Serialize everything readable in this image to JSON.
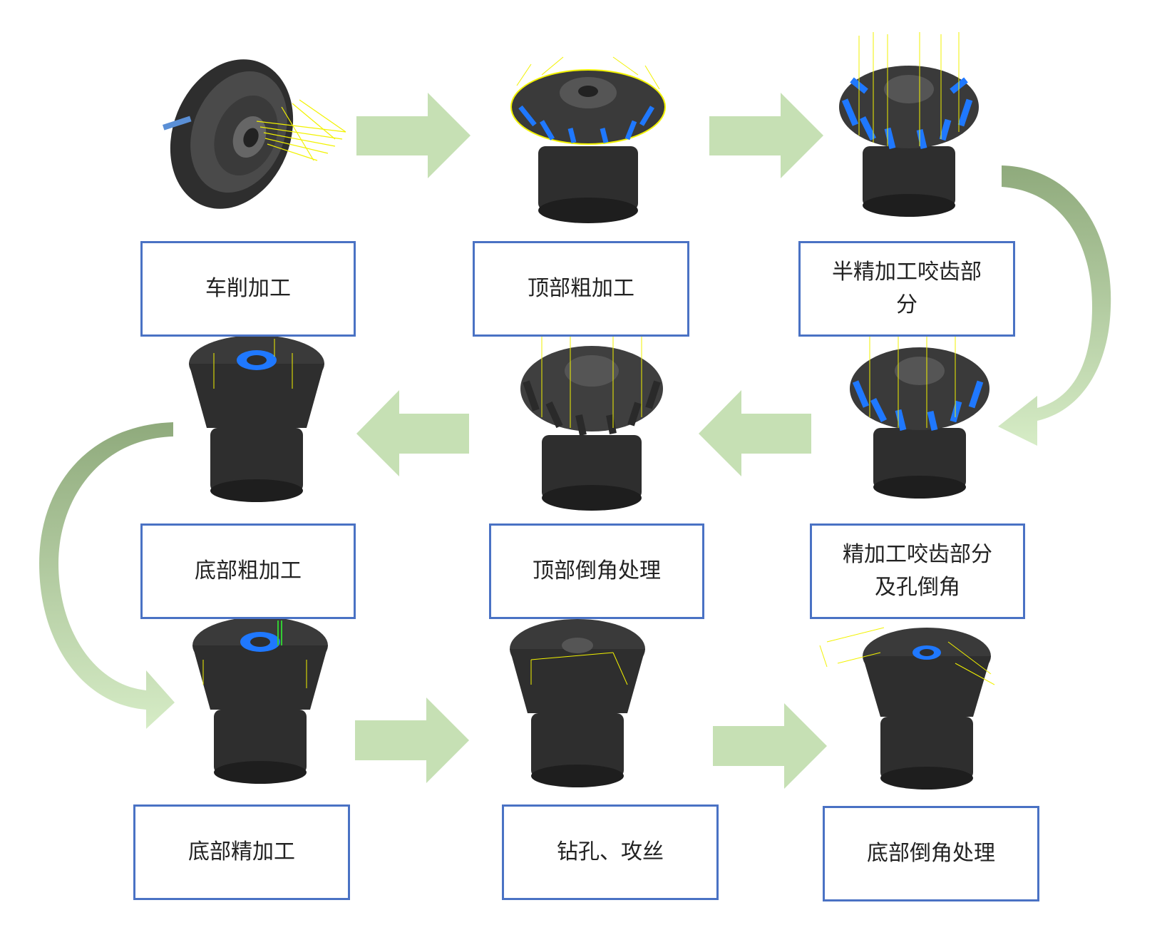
{
  "colors": {
    "box_border": "#4a72c4",
    "arrow_fill": "#c6e0b4",
    "curve_dark": "#8faa7c",
    "part_dark": "#3a3a3a",
    "part_mid": "#555555",
    "gear_blue": "#1f78ff",
    "toolpath_yellow": "#f2f200"
  },
  "steps": [
    {
      "id": "turning",
      "label": "车削加工",
      "image_icon": "turning-disc-icon"
    },
    {
      "id": "top-rough",
      "label": "顶部粗加工",
      "image_icon": "bevel-gear-roughing-icon"
    },
    {
      "id": "semi-finish-teeth",
      "label": "半精加工咬齿部\n分",
      "image_icon": "bevel-gear-semi-finish-icon"
    },
    {
      "id": "finish-teeth-hole",
      "label": "精加工咬齿部分\n及孔倒角",
      "image_icon": "bevel-gear-finish-icon"
    },
    {
      "id": "top-chamfer",
      "label": "顶部倒角处理",
      "image_icon": "bevel-gear-chamfer-icon"
    },
    {
      "id": "bottom-rough",
      "label": "底部粗加工",
      "image_icon": "gear-bottom-rough-icon"
    },
    {
      "id": "bottom-finish",
      "label": "底部精加工",
      "image_icon": "gear-bottom-finish-icon"
    },
    {
      "id": "drill-tap",
      "label": "钻孔、攻丝",
      "image_icon": "gear-drill-tap-icon"
    },
    {
      "id": "bottom-chamfer",
      "label": "底部倒角处理",
      "image_icon": "gear-bottom-chamfer-icon"
    }
  ]
}
